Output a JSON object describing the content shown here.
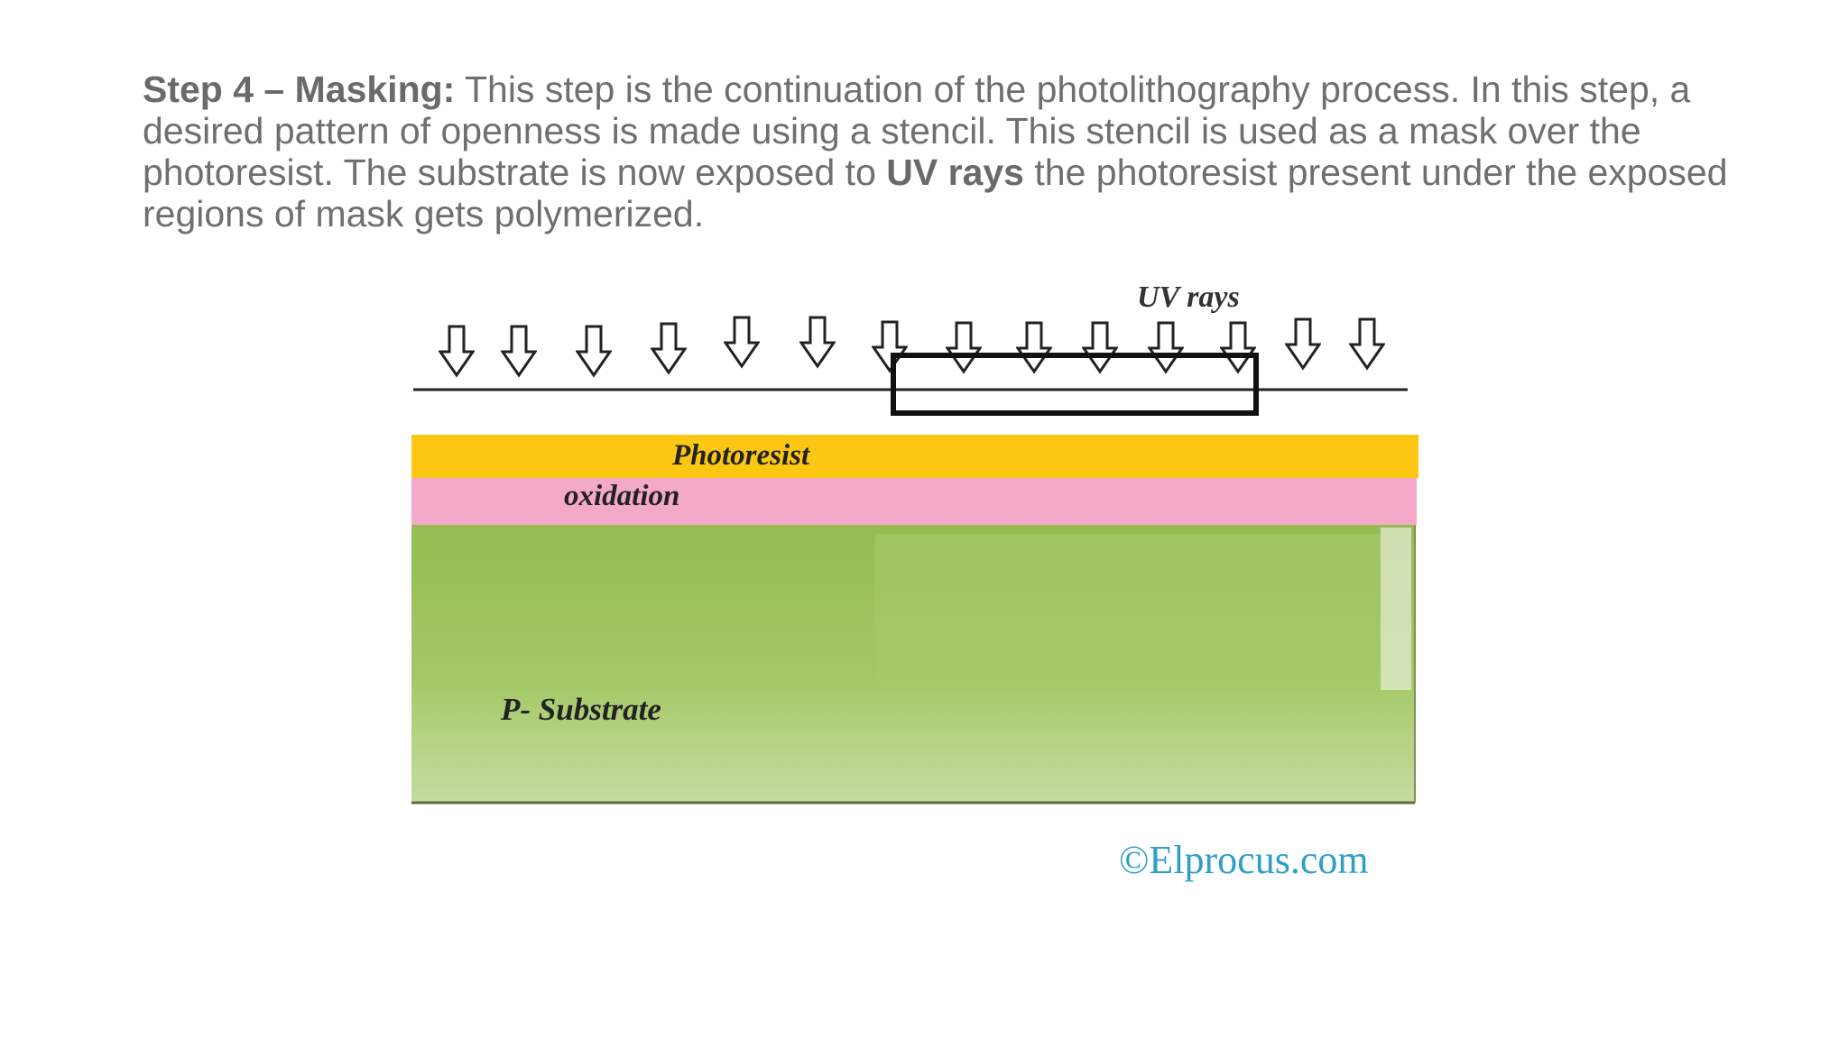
{
  "text": {
    "step_heading": "Step 4 – Masking:",
    "body_part1": " This step is the continuation of the photolithography process. In this step, a desired pattern of openness is made using a stencil. This stencil is used as a mask over the photoresist. The substrate is now exposed to ",
    "uv_bold": "UV rays",
    "body_part2": " the photoresist present under the exposed regions of mask gets polymerized."
  },
  "diagram": {
    "uv_label": "UV rays",
    "photoresist_label": "Photoresist",
    "oxidation_label": "oxidation",
    "substrate_label": "P- Substrate",
    "credit": "©Elprocus.com",
    "arrow_icon": "down-arrow-outline-icon",
    "arrow_count": 14
  },
  "colors": {
    "text": "#6f6f6f",
    "photoresist": "#fcc713",
    "oxidation": "#f5a9c9",
    "substrate_top": "#96bf55",
    "substrate_bottom": "#c2d99a",
    "credit": "#2f9fc8"
  }
}
